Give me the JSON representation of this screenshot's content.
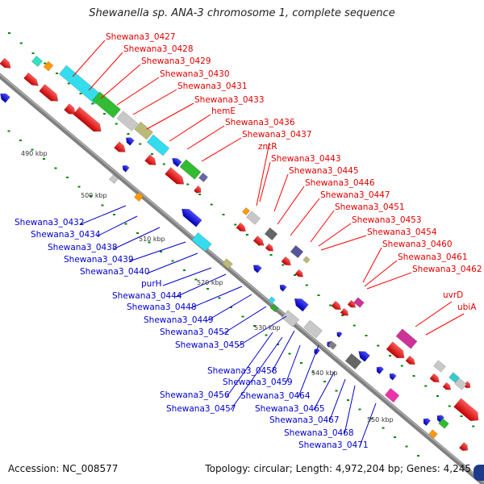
{
  "title": "Shewanella sp. ANA-3 chromosome 1, complete sequence",
  "footer": {
    "accession": "Accession: NC_008577",
    "topology": "Topology: circular; Length: 4,972,204 bp; Genes: 4,245"
  },
  "kbp_labels": [
    "490 kbp",
    "500 kbp",
    "510 kbp",
    "520 kbp",
    "530 kbp",
    "540 kbp",
    "550 kbp"
  ],
  "labels_red": [
    "Shewana3_0427",
    "Shewana3_0428",
    "Shewana3_0429",
    "Shewana3_0430",
    "Shewana3_0431",
    "Shewana3_0433",
    "hemE",
    "Shewana3_0436",
    "Shewana3_0437",
    "zntR",
    "Shewana3_0443",
    "Shewana3_0445",
    "Shewana3_0446",
    "Shewana3_0447",
    "Shewana3_0451",
    "Shewana3_0453",
    "Shewana3_0454",
    "Shewana3_0460",
    "Shewana3_0461",
    "Shewana3_0462",
    "uvrD",
    "ubiA"
  ],
  "labels_blue": [
    "Shewana3_0432",
    "Shewana3_0434",
    "Shewana3_0438",
    "Shewana3_0439",
    "Shewana3_0440",
    "purH",
    "Shewana3_0444",
    "Shewana3_0448",
    "Shewana3_0449",
    "Shewana3_0452",
    "Shewana3_0455",
    "Shewana3_0458",
    "Shewana3_0459",
    "Shewana3_0456",
    "Shewana3_0464",
    "Shewana3_0457",
    "Shewana3_0465",
    "Shewana3_0467",
    "Shewana3_0468",
    "Shewana3_0471"
  ],
  "colors": {
    "forward_gene": "#e60000",
    "reverse_gene": "#0000e6",
    "label_red": "#e00000",
    "label_blue": "#0000cc",
    "backbone": "#808080",
    "gc_marker": "#008800"
  }
}
